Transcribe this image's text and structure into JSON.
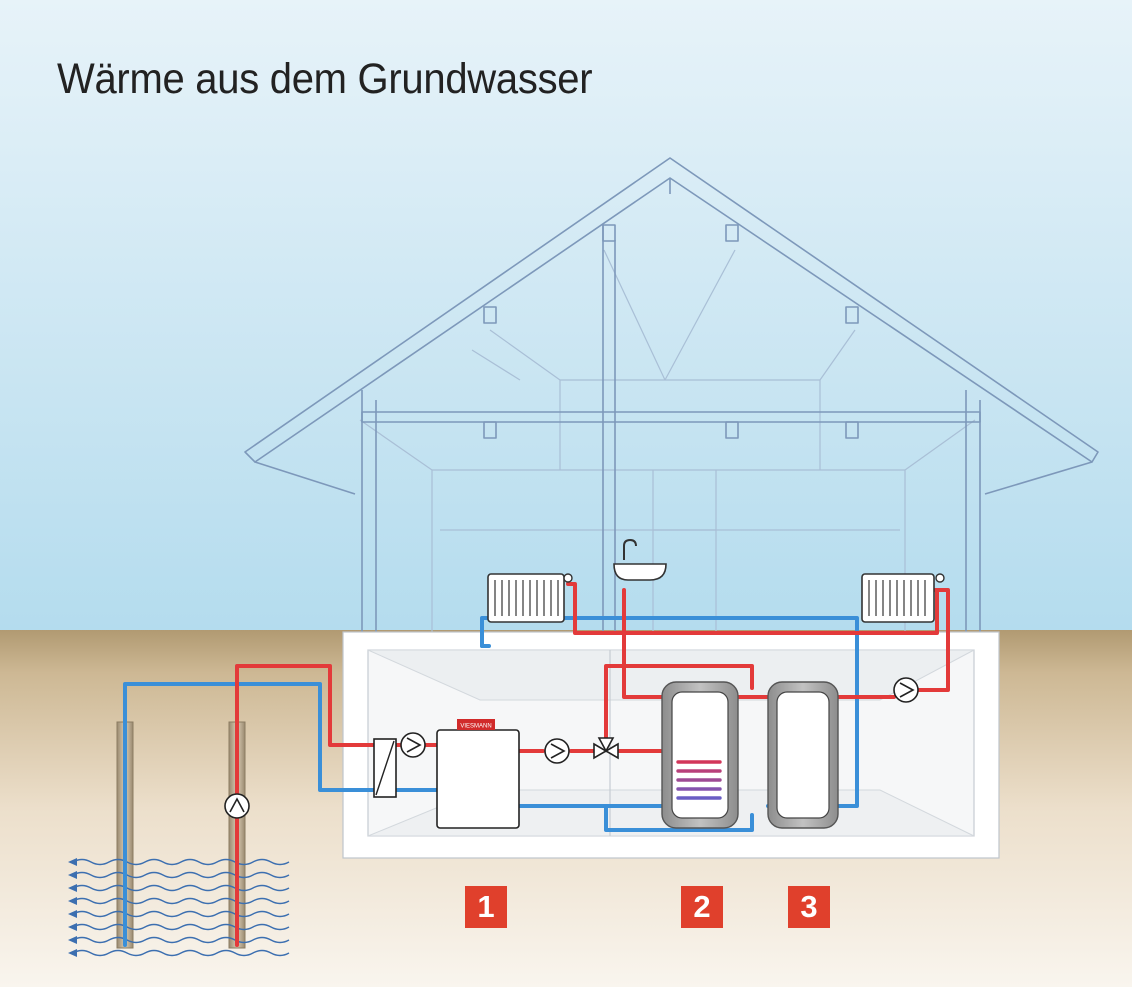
{
  "title": "Wärme aus dem Grundwasser",
  "markers": [
    "1",
    "2",
    "3"
  ],
  "colors": {
    "hot_pipe": "#e33a3a",
    "cold_pipe": "#3a8fd8",
    "house_line": "#7d98ba",
    "badge": "#e0402c",
    "ground": "#c7b08a"
  }
}
